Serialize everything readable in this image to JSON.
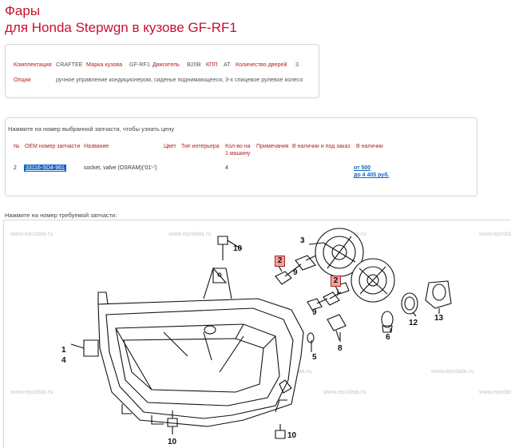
{
  "heading": {
    "line1": "Фары",
    "line2": "для Honda Stepwgn в кузове GF-RF1"
  },
  "specs": {
    "komplektatsiya_label": "Комплектация",
    "komplektatsiya_value": "CRAFTEE",
    "marka_label": "Марка кузова",
    "marka_value": "GF-RF1",
    "dvigatel_label": "Двигатель",
    "dvigatel_value": "B20B",
    "kpp_label": "КПП",
    "kpp_value": "AT",
    "dveri_label": "Количество дверей",
    "dveri_value": "3",
    "opcii_label": "Опции",
    "opcii_value": "ручное управление кондиционером, сиденье поднимающееся, 3-х спицевое рулевое колесо"
  },
  "parts_table": {
    "hint": "Нажмите на номер выбранной запчасти, чтобы узнать цену",
    "headers": {
      "no": "№",
      "oem": "OEM номер запчасти",
      "name": "Название",
      "color": "Цвет",
      "interior": "Тип интерьера",
      "qty1": "Кол-во на",
      "qty2": "1 машину",
      "notes": "Примечания",
      "order": "В наличии и под заказ",
      "stock": "В наличии"
    },
    "row": {
      "no": "2",
      "oem": "33116-SD4-961",
      "name": "socket, valve (OSRAM)('01'-')",
      "qty": "4",
      "price1": "от 500",
      "price2": "до 4 405 руб."
    }
  },
  "diagram": {
    "prompt": "Нажмите на номер требуемой запчасти:",
    "watermark": "www.epcdata.ru",
    "callouts": {
      "c1": "1",
      "c2a": "2",
      "c2b": "2",
      "c3": "3",
      "c4": "4",
      "c5": "5",
      "c6": "6",
      "c8": "8",
      "c9a": "9",
      "c9b": "9",
      "c10a": "10",
      "c10b": "10",
      "c10c": "10",
      "c12": "12",
      "c13": "13"
    }
  }
}
